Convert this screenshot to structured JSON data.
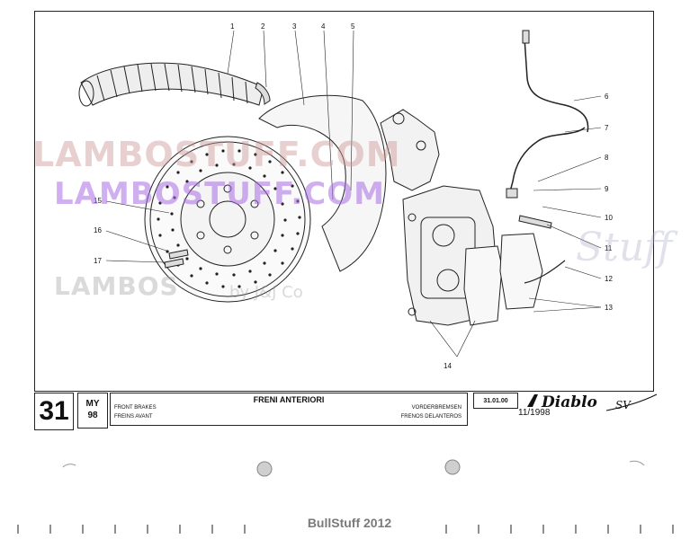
{
  "callouts": [
    "1",
    "2",
    "3",
    "4",
    "5",
    "6",
    "7",
    "8",
    "9",
    "10",
    "11",
    "12",
    "13",
    "14",
    "15",
    "16",
    "17"
  ],
  "watermarks": {
    "line1": "LAMBOSTUFF.COM",
    "line2": "LAMBOSTUFF.COM",
    "line3": "LAMBOS",
    "line4": "by J&J Co",
    "script": "Stuff"
  },
  "title_block": {
    "table_number": "31",
    "model_label": "MY",
    "model_year": "98",
    "title_it": "FRENI ANTERIORI",
    "title_en": "FRONT BRAKES",
    "title_fr": "FREINS AVANT",
    "title_de": "VORDERBREMSEN",
    "title_es": "FRENOS DELANTEROS",
    "code": "31.01.00",
    "date": "11/1998",
    "logo_text": "Diablo",
    "logo_suffix": "SV"
  },
  "footer": "BullStuff 2012"
}
